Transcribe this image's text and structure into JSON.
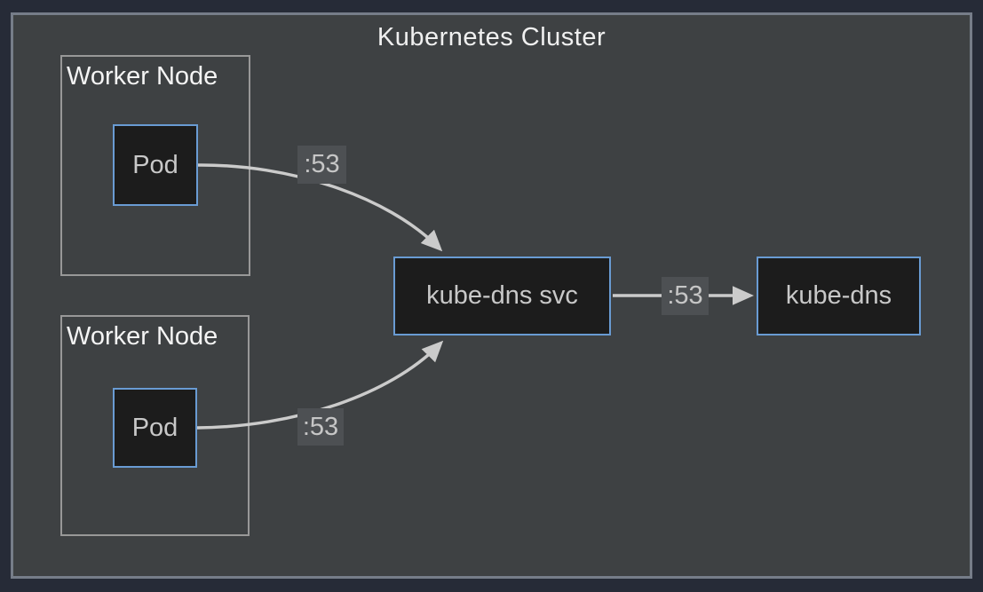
{
  "cluster": {
    "title": "Kubernetes Cluster"
  },
  "worker_nodes": [
    {
      "label": "Worker Node",
      "pod": {
        "label": "Pod"
      }
    },
    {
      "label": "Worker Node",
      "pod": {
        "label": "Pod"
      }
    }
  ],
  "services": {
    "svc": {
      "label": "kube-dns svc"
    },
    "dns": {
      "label": "kube-dns"
    }
  },
  "edges": [
    {
      "from": "pod-1",
      "to": "kube-dns-svc",
      "label": ":53"
    },
    {
      "from": "pod-2",
      "to": "kube-dns-svc",
      "label": ":53"
    },
    {
      "from": "kube-dns-svc",
      "to": "kube-dns",
      "label": ":53"
    }
  ],
  "colors": {
    "page_background": "#262b37",
    "cluster_background": "#3e4143",
    "cluster_border": "#767d89",
    "worker_border": "#989898",
    "node_background": "#1c1c1c",
    "node_border": "#699bd3",
    "node_text": "#c8c8c8",
    "title_text": "#f0f0f0",
    "edge_stroke": "#cbcbcb",
    "edge_label_background": "#4d5053"
  }
}
